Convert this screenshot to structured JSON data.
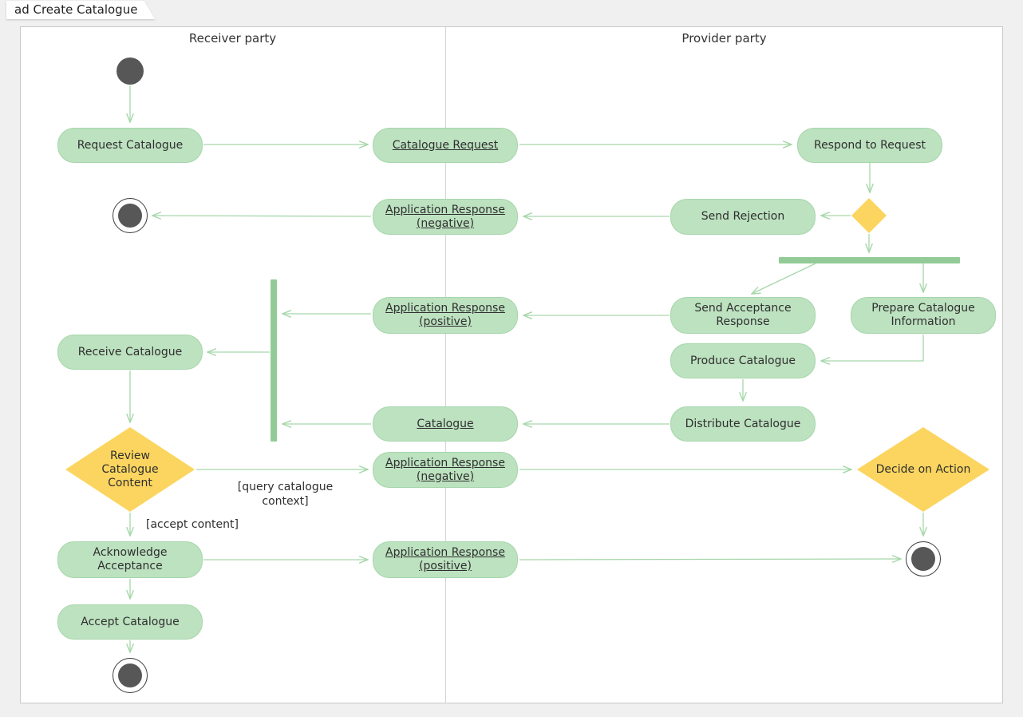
{
  "title": "ad Create Catalogue",
  "lanes": {
    "receiver": "Receiver party",
    "provider": "Provider party"
  },
  "nodes": {
    "request_catalogue": "Request Catalogue",
    "catalogue_request": "Catalogue Request",
    "respond_to_request": "Respond to Request",
    "app_response_negative": "Application Response (negative)",
    "send_rejection": "Send Rejection",
    "send_acceptance_response": "Send Acceptance Response",
    "prepare_catalogue_information": "Prepare Catalogue Information",
    "app_response_positive": "Application Response (positive)",
    "receive_catalogue": "Receive Catalogue",
    "produce_catalogue": "Produce Catalogue",
    "catalogue": "Catalogue",
    "distribute_catalogue": "Distribute Catalogue",
    "review_catalogue_content": "Review Catalogue Content",
    "decide_on_action": "Decide on Action",
    "acknowledge_acceptance": "Acknowledge Acceptance",
    "accept_catalogue": "Accept Catalogue"
  },
  "edge_labels": {
    "query": "[query catalogue context]",
    "accept": "[accept content]"
  },
  "colors": {
    "node_fill": "#bde2c0",
    "node_border": "#a6d6aa",
    "arrow": "#a6d7aa",
    "bar": "#93cb97",
    "decision_fill": "#fbd55f",
    "terminal_fill": "#575757",
    "page_bg": "#f0f0f0",
    "frame_border": "#c9c9c9"
  }
}
